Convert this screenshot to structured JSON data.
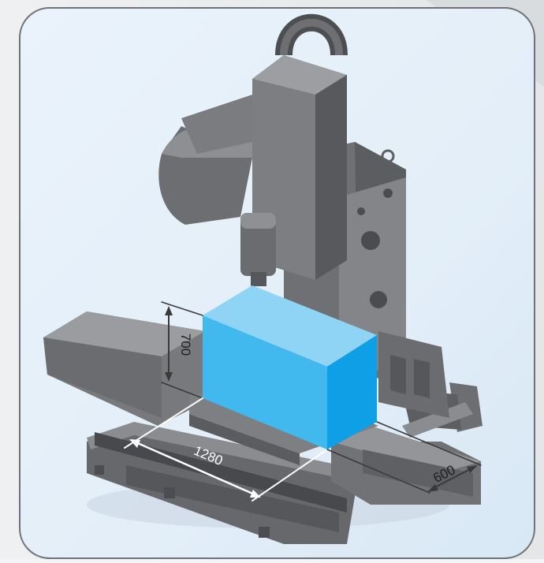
{
  "dimensions": {
    "height_label": "700",
    "length_label": "1280",
    "depth_label": "600"
  },
  "colors": {
    "workpiece_top": "#8fd4f5",
    "workpiece_front": "#41b8ee",
    "workpiece_side": "#0f9fe6",
    "machine_dark": "#5a5c5f",
    "machine_mid": "#76787b",
    "machine_light": "#9a9c9f",
    "panel_bg": "#e8f2fb"
  }
}
